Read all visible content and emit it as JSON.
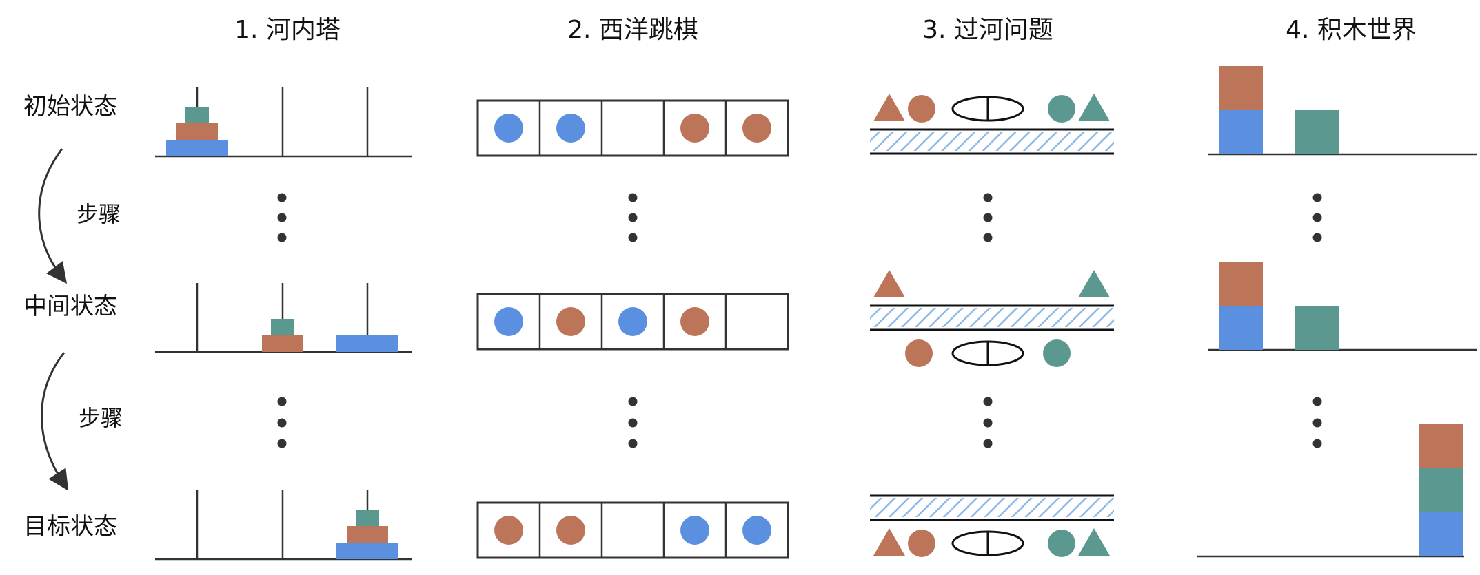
{
  "columns": [
    {
      "title": "1. 河内塔"
    },
    {
      "title": "2. 西洋跳棋"
    },
    {
      "title": "3. 过河问题"
    },
    {
      "title": "4. 积木世界"
    }
  ],
  "row_labels": {
    "initial": "初始状态",
    "middle": "中间状态",
    "goal": "目标状态"
  },
  "step_labels": [
    "步骤",
    "步骤"
  ],
  "colors": {
    "blue": "#5B8FE0",
    "rust": "#BC7559",
    "teal": "#5B9890",
    "line": "#333333",
    "hatch": "#8CB8E8"
  },
  "puzzles": {
    "hanoi": {
      "pegs": 3,
      "disks": [
        "rust",
        "teal",
        "blue"
      ],
      "initial": [
        [
          "blue",
          "rust",
          "teal"
        ],
        [],
        []
      ],
      "middle": [
        [],
        [
          "rust",
          "teal"
        ],
        [
          "blue"
        ]
      ],
      "goal": [
        [],
        [],
        [
          "blue",
          "rust",
          "teal"
        ]
      ]
    },
    "checkers": {
      "initial": [
        "blue",
        "blue",
        "",
        "rust",
        "rust"
      ],
      "middle": [
        "blue",
        "rust",
        "blue",
        "rust",
        ""
      ],
      "goal": [
        "rust",
        "rust",
        "",
        "blue",
        "blue"
      ]
    },
    "river": {
      "initial": {
        "top_bank": [
          "rust-triangle",
          "rust-circle",
          "boat",
          "teal-circle",
          "teal-triangle"
        ],
        "bottom_bank": []
      },
      "middle": {
        "top_bank": [
          "rust-triangle",
          "teal-triangle"
        ],
        "bottom_bank": [
          "rust-circle",
          "boat",
          "teal-circle"
        ]
      },
      "goal": {
        "top_bank": [],
        "bottom_bank": [
          "rust-triangle",
          "rust-circle",
          "boat",
          "teal-circle",
          "teal-triangle"
        ]
      }
    },
    "blocks": {
      "initial": [
        [
          "blue",
          "rust"
        ],
        [
          "teal"
        ]
      ],
      "middle": [
        [
          "blue",
          "rust"
        ],
        [
          "teal"
        ]
      ],
      "goal": [
        [
          "blue",
          "teal",
          "rust"
        ]
      ]
    }
  }
}
